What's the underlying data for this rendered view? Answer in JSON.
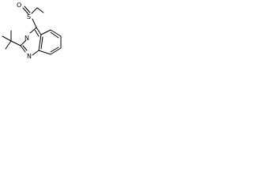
{
  "molecule": {
    "atoms": {
      "oxygen": "O",
      "sulfur": "S",
      "nitrogen_top": "N",
      "nitrogen_bottom": "N"
    },
    "colors": {
      "bond": "#000000",
      "text": "#000000",
      "background": "#ffffff"
    }
  }
}
